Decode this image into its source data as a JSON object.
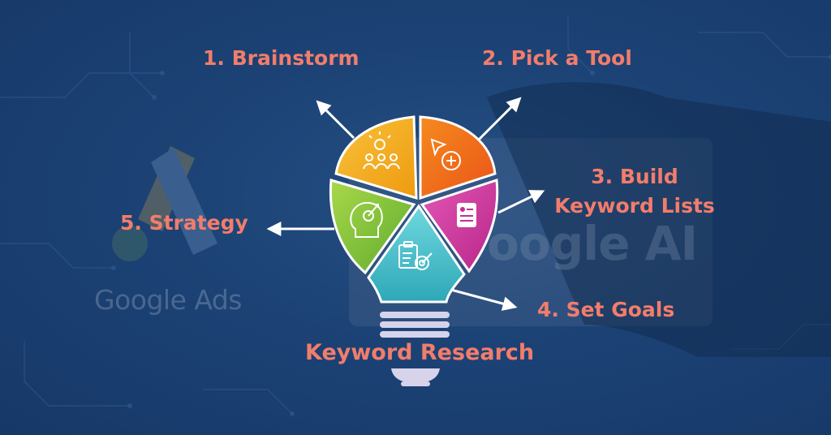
{
  "title": "Keyword Research",
  "background": {
    "logo_left_text": "Google Ads",
    "logo_right_text": "oogle AI"
  },
  "steps": [
    {
      "label": "1.  Brainstorm",
      "icon": "people-idea-icon",
      "color": "#f2a418"
    },
    {
      "label": "2. Pick a Tool",
      "icon": "cursor-plus-icon",
      "color": "#f2661a"
    },
    {
      "label": "3. Build Keyword Lists",
      "line1": "3. Build",
      "line2": "Keyword Lists",
      "icon": "document-key-icon",
      "color": "#d63fa6"
    },
    {
      "label": "4. Set Goals",
      "icon": "clipboard-target-icon",
      "color": "#3fc1cc"
    },
    {
      "label": "5. Strategy",
      "icon": "head-target-icon",
      "color": "#8cc63e"
    }
  ],
  "colors": {
    "label": "#f27d6b",
    "arrow": "#ffffff",
    "bulb_base": "#d6d3ea"
  }
}
